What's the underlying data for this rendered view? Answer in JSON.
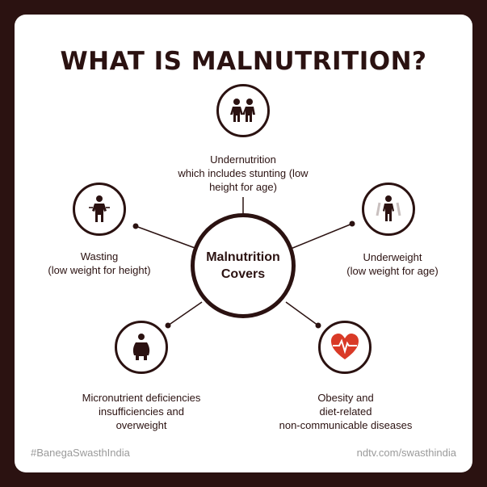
{
  "title": "WHAT IS MALNUTRITION?",
  "hub": {
    "line1": "Malnutrition",
    "line2": "Covers"
  },
  "items": [
    {
      "icon": "children-icon",
      "lines": [
        "Undernutrition",
        "which includes stunting (low",
        "height for age)"
      ]
    },
    {
      "icon": "wasting-figure-icon",
      "lines": [
        "Wasting",
        "(low weight for height)"
      ]
    },
    {
      "icon": "underweight-figure-icon",
      "lines": [
        "Underweight",
        "(low weight for age)"
      ]
    },
    {
      "icon": "overweight-figure-icon",
      "lines": [
        "Micronutrient deficiencies",
        "insufficiencies and",
        "overweight"
      ]
    },
    {
      "icon": "heartbeat-icon",
      "lines": [
        "Obesity and",
        "diet-related",
        "non-communicable diseases"
      ]
    }
  ],
  "footer": {
    "hashtag": "#BanegaSwasthIndia",
    "url": "ndtv.com/swasthindia"
  },
  "colors": {
    "dark_brown": "#2b1211",
    "accent_red": "#d93a27",
    "footer_gray": "#9a9a9a"
  }
}
